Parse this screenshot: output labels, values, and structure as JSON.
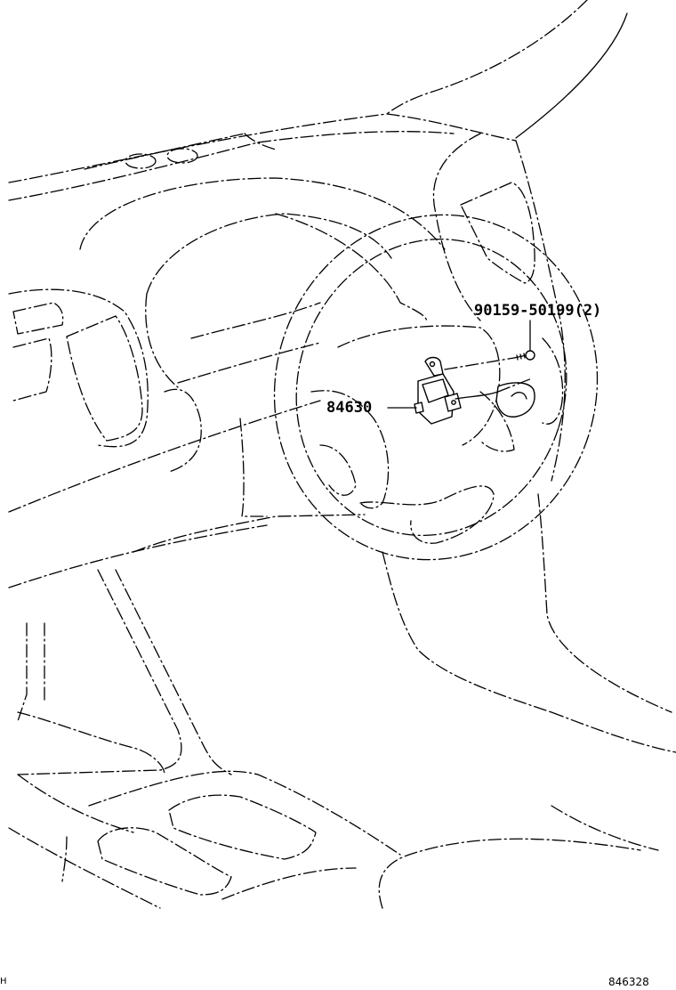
{
  "callouts": {
    "bolt_part_number": "90159-50199(2)",
    "switch_part_number": "84630"
  },
  "footer": {
    "figure_number": "846328",
    "corner_mark": "H"
  },
  "colors": {
    "line": "#000000",
    "background": "#ffffff"
  }
}
